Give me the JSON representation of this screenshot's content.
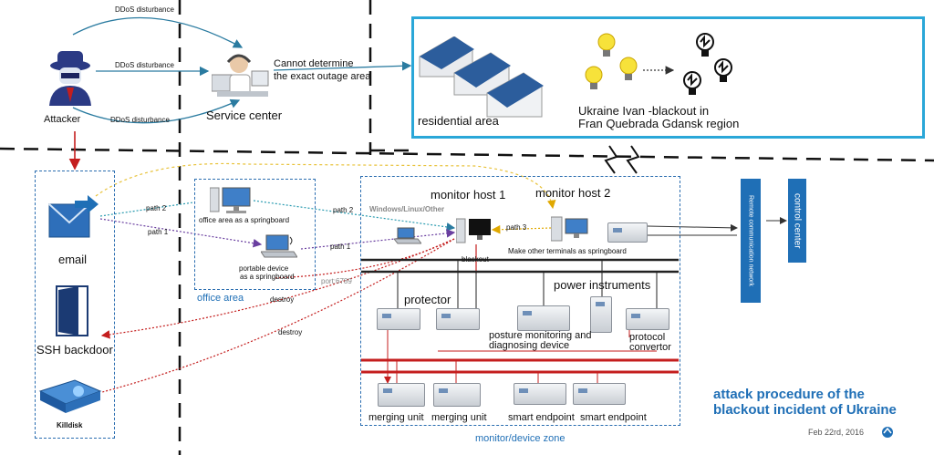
{
  "attacker": {
    "label": "Attacker"
  },
  "ddos": [
    "DDoS disturbance",
    "DDoS disturbance",
    "DDoS disturbance"
  ],
  "service_center": {
    "label": "Service center",
    "note_line1": "Cannot determine",
    "note_line2": "the exact outage area"
  },
  "residential": {
    "label": "residential area"
  },
  "ukraine": {
    "line1": "Ukraine Ivan -blackout in",
    "line2": "Fran Quebrada Gdansk region"
  },
  "left_zone": {
    "email": "email",
    "ssh": "SSH backdoor",
    "killdisk": "Killdisk"
  },
  "office_zone": {
    "title": "office area",
    "springboard": "office area as a springboard",
    "portable_line1": "portable device",
    "portable_line2": "as a springboard"
  },
  "paths": {
    "path1": "path 1",
    "path2": "path 2",
    "path3": "path 3",
    "destroy": "destroy"
  },
  "monitor_zone": {
    "title": "monitor/device zone",
    "host1": "monitor host 1",
    "host2": "monitor host 2",
    "os": "Windows/Linux/Other",
    "blackout": "blackout",
    "port": "port:6789",
    "springboard_note": "Make other terminals as springboard",
    "protector": "protector",
    "power": "power instruments",
    "posture_line1": "posture monitoring and",
    "posture_line2": "diagnosing device",
    "protocol_line1": "protocol",
    "protocol_line2": "convertor",
    "merging1": "merging unit",
    "merging2": "merging unit",
    "smart1": "smart endpoint",
    "smart2": "smart endpoint"
  },
  "remote": {
    "label": "Remote communication network"
  },
  "control": {
    "label": "control center"
  },
  "footer": {
    "title_line1": "attack procedure of the",
    "title_line2": "blackout incident of Ukraine",
    "date": "Feb 22rd, 2016"
  },
  "colors": {
    "accent_blue": "#1f6fb6",
    "red": "#c41e1e",
    "zone_border": "#2a6db0",
    "residential_border": "#2aa7d8"
  }
}
